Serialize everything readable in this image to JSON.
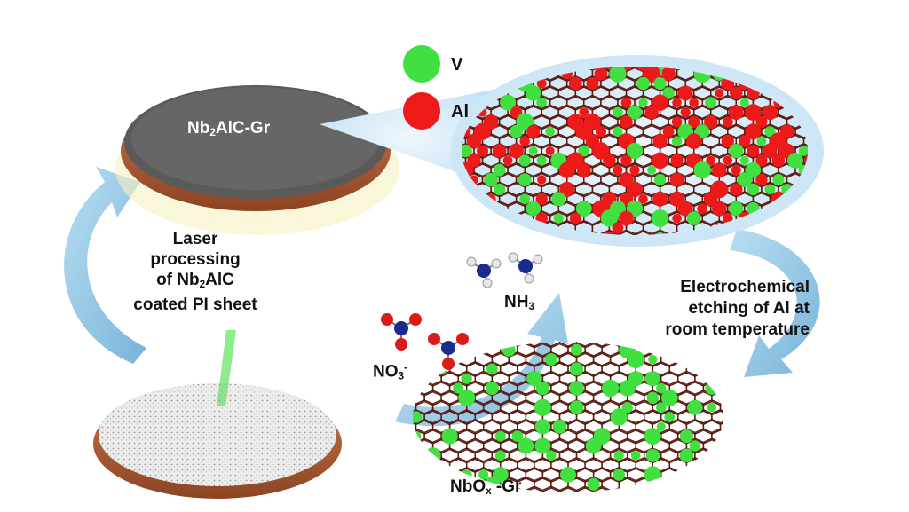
{
  "legend": {
    "v": {
      "symbol": "V",
      "color": "#3fe03f"
    },
    "al": {
      "symbol": "Al",
      "color": "#ee1a1a"
    }
  },
  "disk_top": {
    "label_prefix": "Nb",
    "label_sub": "2",
    "label_suffix": "AlC-Gr",
    "surface_color": "#5a5a5a",
    "rim_color": "#b8653a"
  },
  "laser_step": {
    "line1": "Laser",
    "line2": "processing",
    "line3_prefix": "of Nb",
    "line3_sub": "2",
    "line3_suffix": "AlC",
    "line4": "coated PI sheet"
  },
  "etching_step": {
    "line1": "Electrochemical",
    "line2": "etching of Al at",
    "line3": "room temperature"
  },
  "molecules": {
    "nh3_prefix": "NH",
    "nh3_sub": "3",
    "no3_prefix": "NO",
    "no3_sub": "3",
    "no3_sup": "-"
  },
  "product": {
    "label_prefix": "NbO",
    "label_sub": "x",
    "label_suffix": " -Gr"
  },
  "colors": {
    "arrow": "#8fc4e3",
    "bubble": "#d6ebf8",
    "lattice": "#5a1a10",
    "laser_beam": "#4ee84e"
  }
}
